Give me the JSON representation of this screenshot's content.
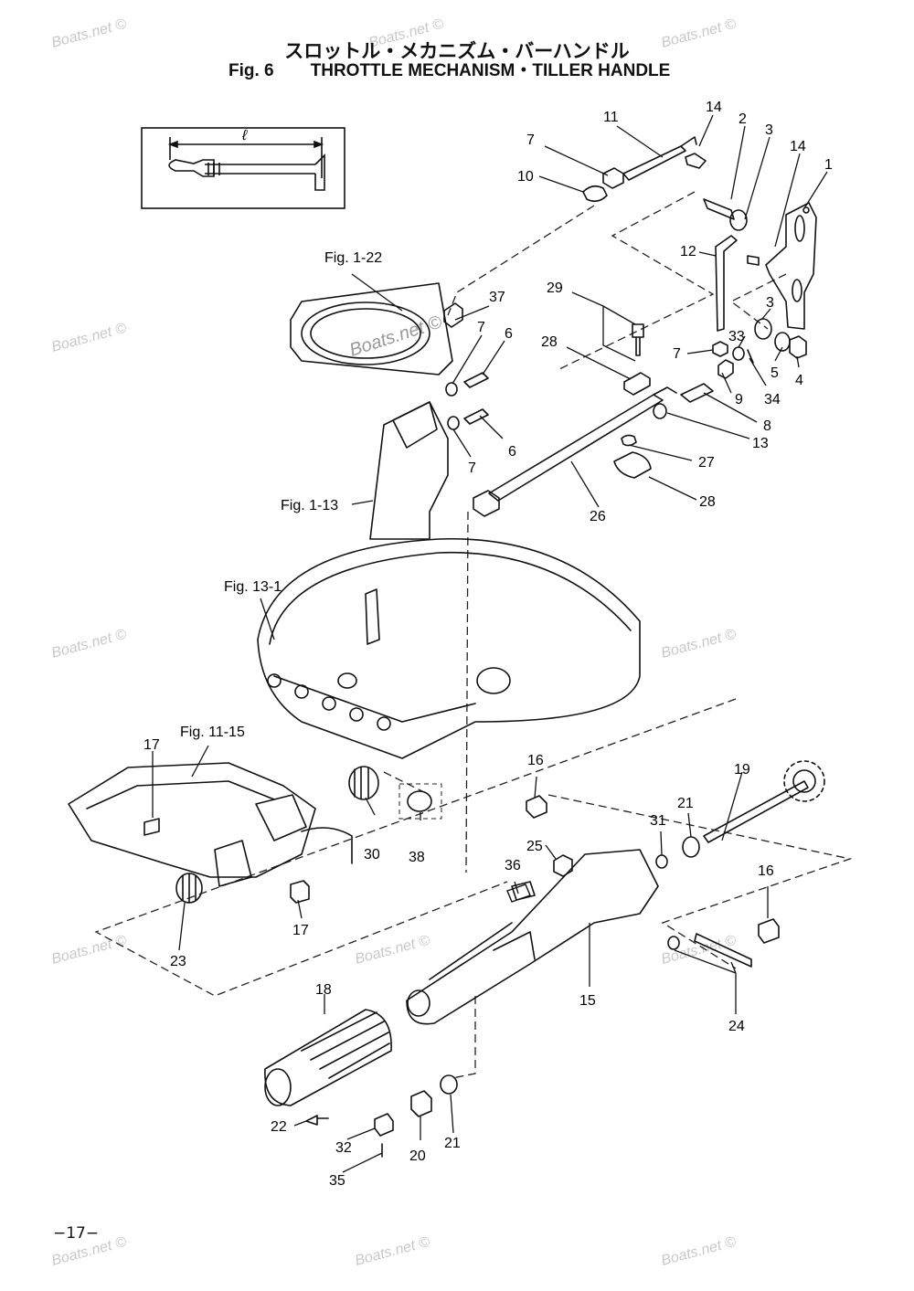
{
  "header": {
    "title_jp": "スロットル・メカニズム・バーハンドル",
    "fig_label": "Fig. 6",
    "title_en": "THROTTLE MECHANISM・TILLER HANDLE"
  },
  "page_number": "−17−",
  "watermark": "Boats.net ©",
  "inset_label": "ℓ",
  "fig_refs": [
    "Fig. 1-22",
    "Fig. 1-13",
    "Fig. 13-1",
    "Fig. 11-15"
  ],
  "callouts": [
    "14",
    "2",
    "3",
    "14",
    "1",
    "11",
    "7",
    "10",
    "12",
    "29",
    "37",
    "7",
    "6",
    "3",
    "33",
    "5",
    "4",
    "28",
    "7",
    "9",
    "34",
    "6",
    "13",
    "8",
    "7",
    "27",
    "28",
    "26",
    "16",
    "19",
    "21",
    "31",
    "25",
    "36",
    "16",
    "17",
    "30",
    "38",
    "17",
    "23",
    "15",
    "24",
    "18",
    "22",
    "32",
    "20",
    "21",
    "35"
  ]
}
